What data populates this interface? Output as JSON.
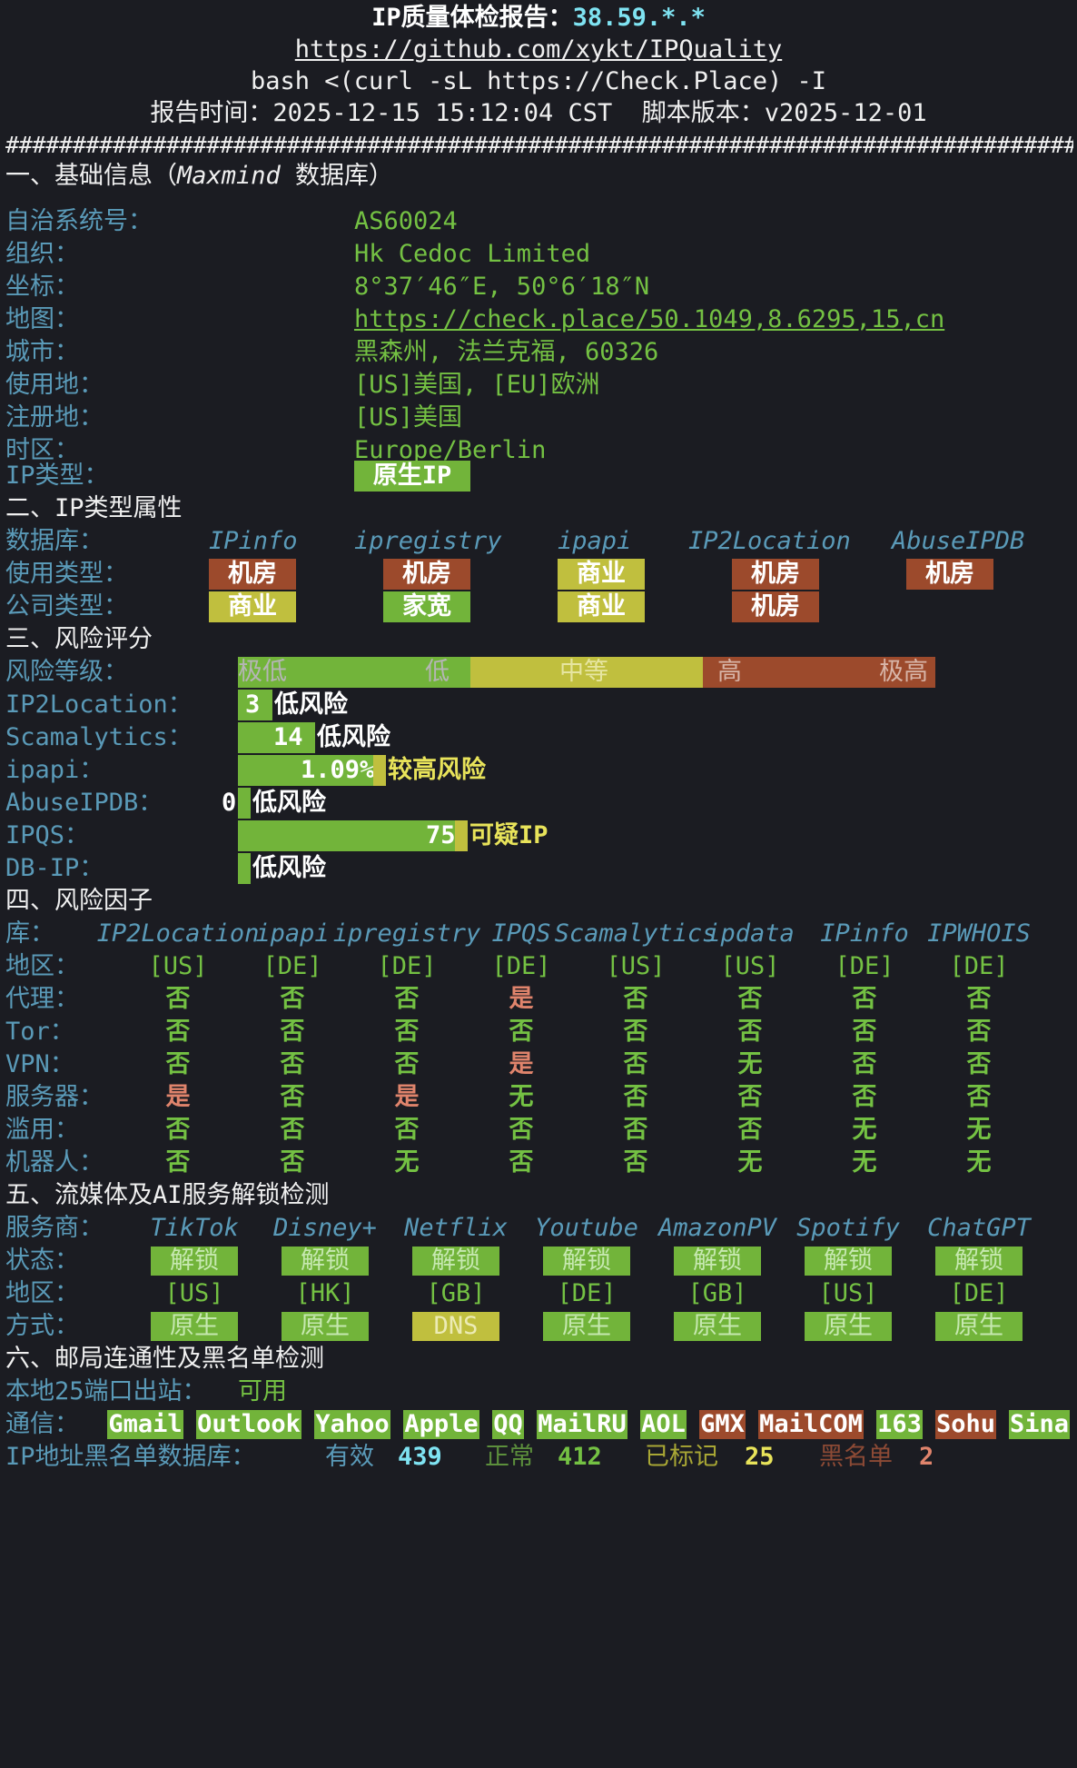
{
  "header": {
    "title_prefix": "IP质量体检报告：",
    "ip": "38.59.*.*",
    "repo_url": "https://github.com/xykt/IPQuality",
    "command": "bash <(curl -sL https://Check.Place) -I",
    "report_time_label": "报告时间：",
    "report_time": "2025-12-15 15:12:04 CST",
    "version_label": "脚本版本：",
    "version": "v2025-12-01",
    "separator": "##############################################################################################"
  },
  "section1": {
    "title_pre": "一、基础信息（",
    "title_db": "Maxmind",
    "title_post": " 数据库）",
    "rows": [
      {
        "label": "自治系统号：",
        "value": "AS60024"
      },
      {
        "label": "组织：",
        "value": "Hk Cedoc Limited"
      },
      {
        "label": "坐标：",
        "value": "8°37′46″E, 50°6′18″N"
      },
      {
        "label": "地图：",
        "value": "https://check.place/50.1049,8.6295,15,cn"
      },
      {
        "label": "城市：",
        "value": "黑森州, 法兰克福, 60326"
      },
      {
        "label": "使用地：",
        "value": "[US]美国, [EU]欧洲"
      },
      {
        "label": "注册地：",
        "value": "[US]美国"
      },
      {
        "label": "时区：",
        "value": "Europe/Berlin"
      }
    ],
    "ip_type_label": "IP类型：",
    "ip_type": "原生IP"
  },
  "section2": {
    "title": "二、IP类型属性",
    "db_label": "数据库：",
    "usage_label": "使用类型：",
    "company_label": "公司类型：",
    "dbs": [
      "IPinfo",
      "ipregistry",
      "ipapi",
      "IP2Location",
      "AbuseIPDB"
    ],
    "usage": [
      "机房",
      "机房",
      "商业",
      "机房",
      "机房"
    ],
    "usage_colors": [
      "#9c4a2c",
      "#9c4a2c",
      "#c0bf3e",
      "#9c4a2c",
      "#9c4a2c"
    ],
    "company": [
      "商业",
      "家宽",
      "商业",
      "机房",
      ""
    ],
    "company_colors": [
      "#c0bf3e",
      "#72b43a",
      "#c0bf3e",
      "#9c4a2c",
      ""
    ]
  },
  "section3": {
    "title": "三、风险评分",
    "level_label": "风险等级：",
    "scale": [
      "极低",
      "低",
      "中等",
      "高",
      "极高"
    ],
    "scores": [
      {
        "label": "IP2Location：",
        "score": "3",
        "text": "低风险",
        "fill": 0.03,
        "color": "#ffffff"
      },
      {
        "label": "Scamalytics：",
        "score": "14",
        "text": "低风险",
        "fill": 0.14,
        "color": "#ffffff"
      },
      {
        "label": "ipapi：",
        "score": "1.09%",
        "text": "较高风险",
        "fill": 0.25,
        "color": "#e8e35a"
      },
      {
        "label": "AbuseIPDB：",
        "score": "0",
        "text": "低风险",
        "fill": 0.0,
        "color": "#ffffff"
      },
      {
        "label": "IPQS：",
        "score": "75",
        "text": "可疑IP",
        "fill": 0.75,
        "color": "#e8e35a"
      },
      {
        "label": "DB-IP：",
        "score": "",
        "text": "低风险",
        "fill": 0.0,
        "color": "#ffffff"
      }
    ]
  },
  "section4": {
    "title": "四、风险因子",
    "lib_label": "库：",
    "dbs": [
      "IP2Location",
      "ipapi",
      "ipregistry",
      "IPQS",
      "Scamalytics",
      "ipdata",
      "IPinfo",
      "IPWHOIS"
    ],
    "region_label": "地区：",
    "regions": [
      "[US]",
      "[DE]",
      "[DE]",
      "[DE]",
      "[US]",
      "[US]",
      "[DE]",
      "[DE]"
    ],
    "factors": [
      {
        "label": "代理：",
        "values": [
          "否",
          "否",
          "否",
          "是",
          "否",
          "否",
          "否",
          "否"
        ]
      },
      {
        "label": "Tor：",
        "values": [
          "否",
          "否",
          "否",
          "否",
          "否",
          "否",
          "否",
          "否"
        ]
      },
      {
        "label": "VPN：",
        "values": [
          "否",
          "否",
          "否",
          "是",
          "否",
          "无",
          "否",
          "否"
        ]
      },
      {
        "label": "服务器：",
        "values": [
          "是",
          "否",
          "是",
          "无",
          "否",
          "否",
          "否",
          "否"
        ]
      },
      {
        "label": "滥用：",
        "values": [
          "否",
          "否",
          "否",
          "否",
          "否",
          "否",
          "无",
          "无"
        ]
      },
      {
        "label": "机器人：",
        "values": [
          "否",
          "否",
          "无",
          "否",
          "否",
          "无",
          "无",
          "无"
        ]
      }
    ]
  },
  "section5": {
    "title": "五、流媒体及AI服务解锁检测",
    "provider_label": "服务商：",
    "status_label": "状态：",
    "region_label": "地区：",
    "mode_label": "方式：",
    "providers": [
      "TikTok",
      "Disney+",
      "Netflix",
      "Youtube",
      "AmazonPV",
      "Spotify",
      "ChatGPT"
    ],
    "status": [
      "解锁",
      "解锁",
      "解锁",
      "解锁",
      "解锁",
      "解锁",
      "解锁"
    ],
    "regions": [
      "[US]",
      "[HK]",
      "[GB]",
      "[DE]",
      "[GB]",
      "[US]",
      "[DE]"
    ],
    "modes": [
      "原生",
      "原生",
      "DNS",
      "原生",
      "原生",
      "原生",
      "原生"
    ],
    "mode_colors": [
      "#72b43a",
      "#72b43a",
      "#c0bf3e",
      "#72b43a",
      "#72b43a",
      "#72b43a",
      "#72b43a"
    ]
  },
  "section6": {
    "title": "六、邮局连通性及黑名单检测",
    "port25_label": "本地25端口出站：",
    "port25_value": "可用",
    "comm_label": "通信：",
    "providers": [
      "Gmail",
      "Outlook",
      "Yahoo",
      "Apple",
      "QQ",
      "MailRU",
      "AOL",
      "GMX",
      "MailCOM",
      "163",
      "Sohu",
      "Sina"
    ],
    "provider_colors": [
      "#72b43a",
      "#72b43a",
      "#72b43a",
      "#72b43a",
      "#72b43a",
      "#72b43a",
      "#72b43a",
      "#9c4a2c",
      "#9c4a2c",
      "#72b43a",
      "#9c4a2c",
      "#72b43a"
    ],
    "blacklist_label": "IP地址黑名单数据库：",
    "valid_label": "有效",
    "valid": "439",
    "normal_label": "正常",
    "normal": "412",
    "marked_label": "已标记",
    "marked": "25",
    "black_label": "黑名单",
    "black": "2"
  }
}
